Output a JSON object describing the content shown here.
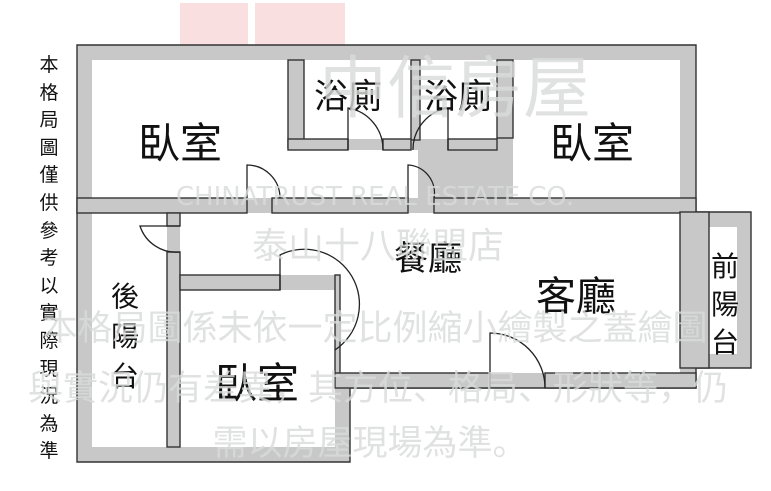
{
  "rooms": [
    {
      "id": "bedroom-top-left",
      "label": "臥室"
    },
    {
      "id": "bathroom-left",
      "label": "浴廁"
    },
    {
      "id": "bathroom-right",
      "label": "浴廁"
    },
    {
      "id": "bedroom-top-right",
      "label": "臥室"
    },
    {
      "id": "dining-room",
      "label": "餐廳"
    },
    {
      "id": "living-room",
      "label": "客廳"
    },
    {
      "id": "rear-balcony",
      "label": "後陽台"
    },
    {
      "id": "bedroom-bottom",
      "label": "臥室"
    },
    {
      "id": "front-balcony",
      "label": "前陽台"
    }
  ],
  "side_note": "本格局圖僅供參考以實際現況為準",
  "watermark": {
    "brand_cn": "中信房屋",
    "brand_en": "CHINATRUST REAL ESTATE CO.",
    "branch": "泰山十八聯盟店"
  },
  "disclaimer": {
    "line1": "本格局圖係未依一定比例縮小繪製之蓋繪圖",
    "line2": "與實況仍有差異，其方位、格局、形狀等，仍",
    "line3": "需以房屋現場為準。"
  },
  "colors": {
    "wall": "#c8c8c8",
    "outline": "#333333",
    "watermark": "#d9dcda",
    "logo_red": "#f7d7d7",
    "logo_teal": "#cfe3de"
  }
}
